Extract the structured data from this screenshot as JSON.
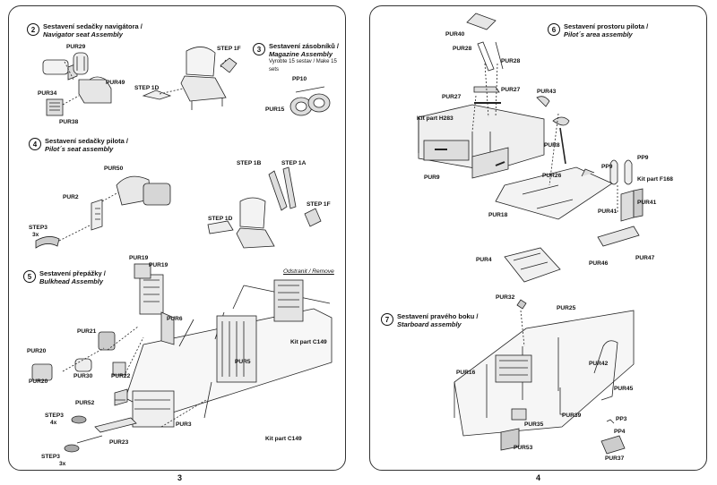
{
  "pages": {
    "left": {
      "number": "3",
      "sections": [
        {
          "num": "2",
          "title": "Sestavení sedačky navigátora /",
          "title_en": "Navigator seat Assembly"
        },
        {
          "num": "3",
          "title": "Sestavení zásobníků /",
          "title_en": "Magazine Assembly",
          "note": "Vyrobte 15 sestav / Make 15 sets"
        },
        {
          "num": "4",
          "title": "Sestavení sedačky pilota /",
          "title_en": "Pilot´s seat  assembly"
        },
        {
          "num": "5",
          "title": "Sestavení přepážky /",
          "title_en": "Bulkhead Assembly"
        }
      ],
      "labels": {
        "pur29": "PUR29",
        "pur34": "PUR34",
        "pur49": "PUR49",
        "pur38": "PUR38",
        "step1d_a": "STEP 1D",
        "step1f_a": "STEP 1F",
        "pp10": "PP10",
        "pur15": "PUR15",
        "pur50": "PUR50",
        "pur2": "PUR2",
        "step3_a": "STEP3",
        "step3_a_qty": "3x",
        "step1b": "STEP 1B",
        "step1a": "STEP 1A",
        "step1f_b": "STEP 1F",
        "step1d_b": "STEP 1D",
        "pur19_a": "PUR19",
        "pur19_b": "PUR19",
        "remove": "Odstranit / Remove",
        "pur6": "PUR6",
        "pur21": "PUR21",
        "pur20_a": "PUR20",
        "pur20_b": "PUR20",
        "pur30": "PUR30",
        "pur22": "PUR22",
        "pur5": "PUR5",
        "kit_c149_a": "Kit part C149",
        "pur52": "PUR52",
        "step3_b": "STEP3",
        "step3_b_qty": "4x",
        "pur3": "PUR3",
        "pur23": "PUR23",
        "step3_c": "STEP3",
        "step3_c_qty": "3x",
        "kit_c149_b": "Kit part C149"
      }
    },
    "right": {
      "number": "4",
      "sections": [
        {
          "num": "6",
          "title": "Sestavení prostoru pilota /",
          "title_en": "Pilot´s area assembly"
        },
        {
          "num": "7",
          "title": "Sestavení pravého boku /",
          "title_en": "Starboard assembly"
        }
      ],
      "labels": {
        "pur40": "PUR40",
        "pur28_a": "PUR28",
        "pur28_b": "PUR28",
        "pur27_a": "PUR27",
        "pur27_b": "PUR27",
        "pur43": "PUR43",
        "kit_h283": "Kit part H283",
        "pur8": "PUR8",
        "pur9_a": "PUR9",
        "pp9_a": "PP9",
        "pp9_b": "PP9",
        "kit_f168": "Kit part F168",
        "pur26": "PUR26",
        "pur41_a": "PUR41",
        "pur41_b": "PUR41",
        "pur18": "PUR18",
        "pur4": "PUR4",
        "pur46": "PUR46",
        "pur47": "PUR47",
        "pur32": "PUR32",
        "pur25": "PUR25",
        "pur42": "PUR42",
        "pur16": "PUR16",
        "pur45": "PUR45",
        "pur39": "PUR39",
        "pp3": "PP3",
        "pp4": "PP4",
        "pur35": "PUR35",
        "pur53": "PUR53",
        "pur37": "PUR37"
      }
    }
  }
}
